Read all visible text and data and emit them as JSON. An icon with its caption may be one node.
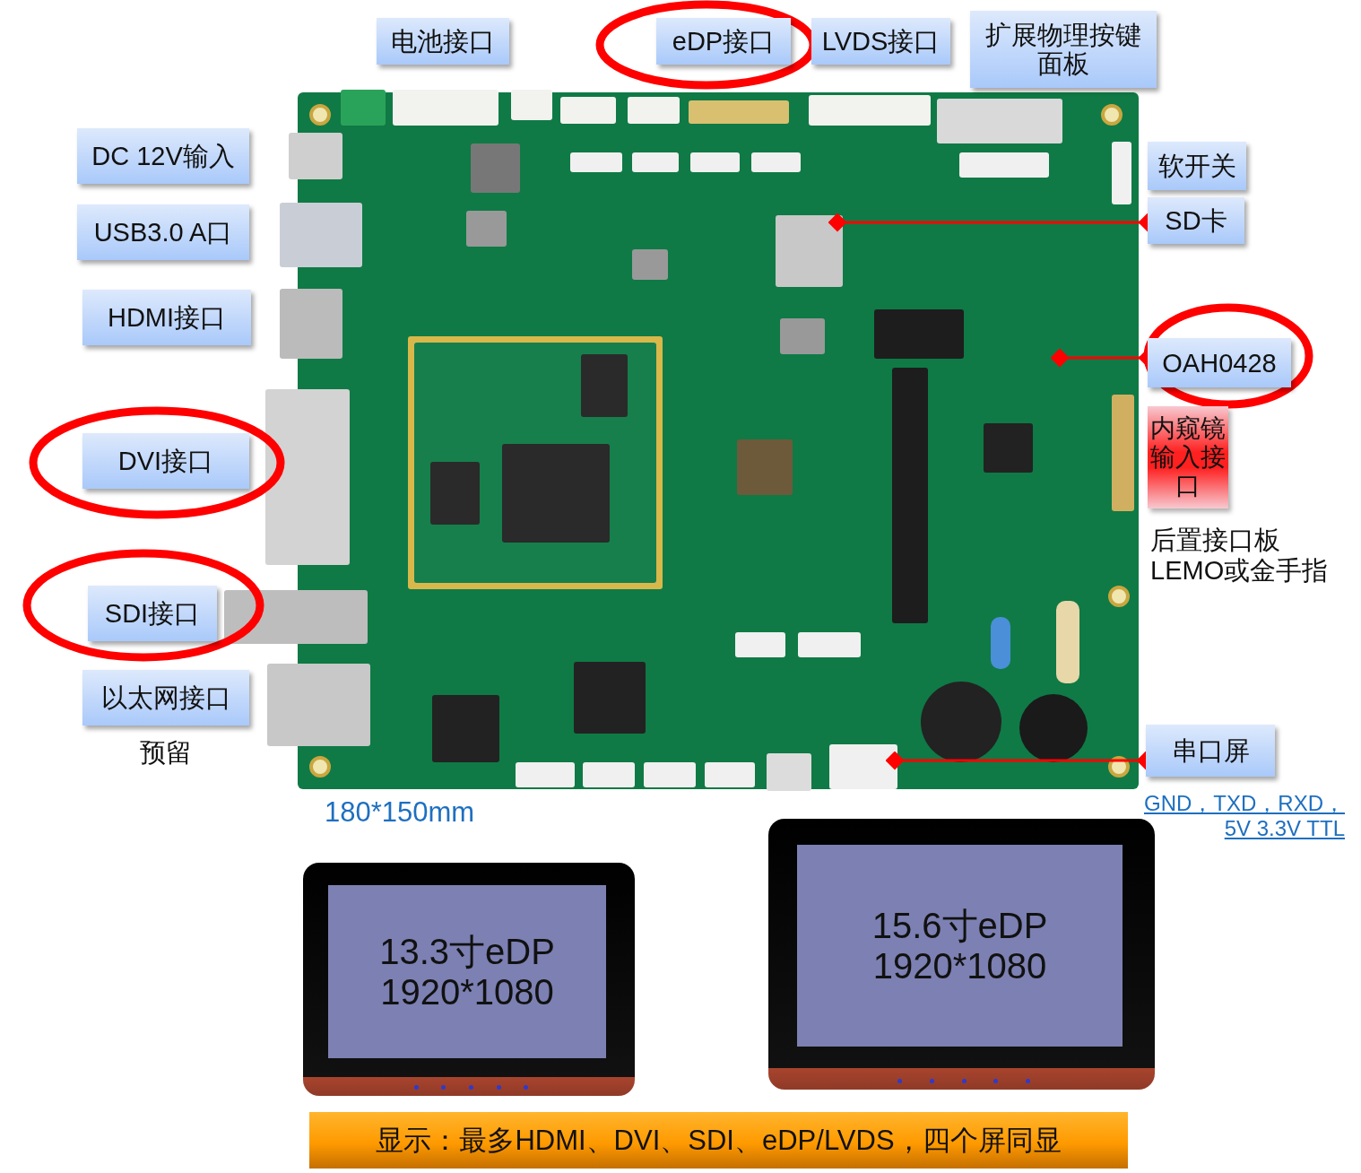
{
  "diagram": {
    "nodes": [
      {
        "text": [
          "电池接口"
        ]
      },
      {
        "text": [
          "eDP接口"
        ]
      },
      {
        "text": [
          "LVDS接口"
        ]
      },
      {
        "text": [
          "扩展物理按键面板"
        ]
      },
      {
        "text": [
          "DC 12V输入"
        ]
      },
      {
        "text": [
          "USB3.0 A口"
        ]
      },
      {
        "text": [
          "HDMI接口"
        ]
      },
      {
        "text": [
          "DVI接口"
        ]
      },
      {
        "text": [
          "SDI接口"
        ]
      },
      {
        "text": [
          "以太网接口"
        ],
        "beside": [
          "预留"
        ]
      },
      {
        "text": [
          "软开关"
        ]
      },
      {
        "text": [
          "SD卡"
        ]
      },
      {
        "text": [
          "OAH0428"
        ]
      },
      {
        "text": [
          "内窥镜输入接口"
        ],
        "beside": [
          "后置接口板LEMO或金手指"
        ]
      },
      {
        "text": [
          "串口屏"
        ]
      },
      {
        "text": [
          "13.3寸eDP 1920*1080"
        ]
      },
      {
        "text": [
          "15.6寸eDP 1920*1080"
        ]
      },
      {
        "text": [
          "显示：最多HDMI、DVI、SDI、eDP/LVDS，四个屏同显"
        ]
      }
    ],
    "edges": [
      {
        "from": null,
        "to": 11,
        "arrow": "other",
        "color": "#ff0000"
      },
      {
        "from": null,
        "to": 12,
        "arrow": "other",
        "color": "#ff0000"
      },
      {
        "from": null,
        "to": 14,
        "arrow": "other",
        "color": "#ff0000"
      }
    ],
    "labels": [
      "180*150mm",
      "GND，TXD，RXD，5V 3.3V TTL"
    ]
  }
}
